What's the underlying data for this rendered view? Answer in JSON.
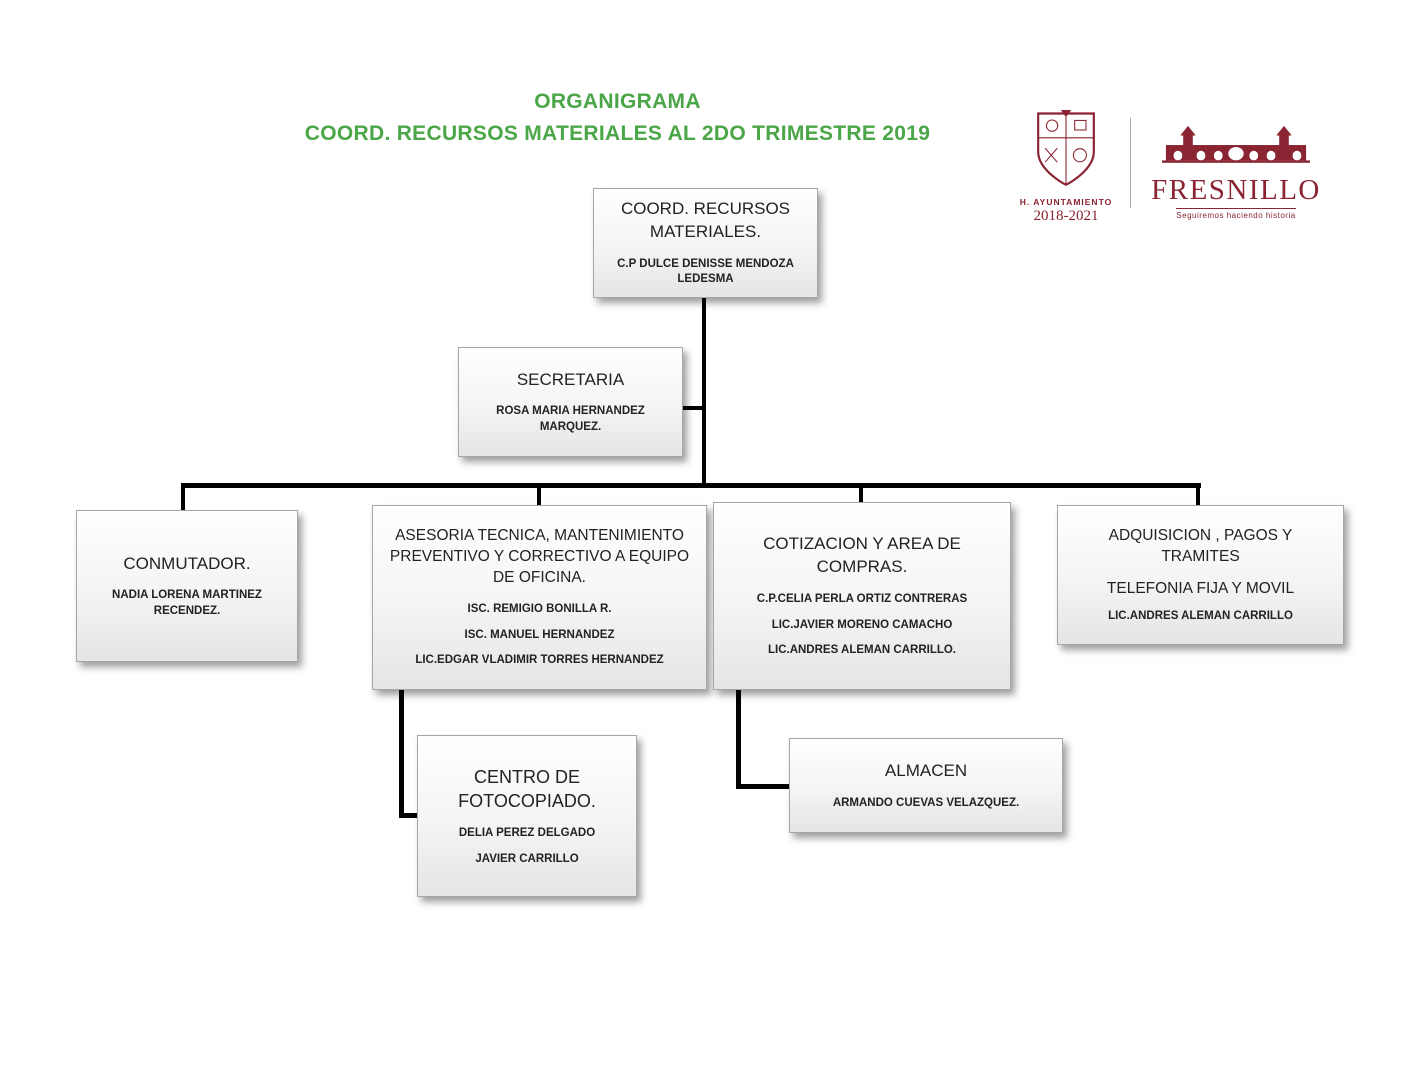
{
  "title": {
    "line1": "ORGANIGRAMA",
    "line2": "COORD. RECURSOS MATERIALES AL 2DO TRIMESTRE 2019"
  },
  "logos": {
    "ayuntamiento": {
      "line1": "H. AYUNTAMIENTO",
      "line2": "2018-2021"
    },
    "fresnillo": {
      "name": "FRESNILLO",
      "tagline": "Seguiremos haciendo historia"
    }
  },
  "chart": {
    "root": {
      "title": "COORD. RECURSOS MATERIALES.",
      "people": [
        "C.P DULCE DENISSE MENDOZA LEDESMA"
      ]
    },
    "secretaria": {
      "title": "SECRETARIA",
      "people": [
        "ROSA MARIA HERNANDEZ MARQUEZ."
      ]
    },
    "conmutador": {
      "title": "CONMUTADOR.",
      "people": [
        "NADIA LORENA MARTINEZ RECENDEZ."
      ]
    },
    "asesoria": {
      "title": "ASESORIA TECNICA,  MANTENIMIENTO PREVENTIVO Y CORRECTIVO A EQUIPO DE OFICINA.",
      "people": [
        "ISC. REMIGIO BONILLA R.",
        "ISC. MANUEL HERNANDEZ",
        "LIC.EDGAR VLADIMIR TORRES HERNANDEZ"
      ]
    },
    "cotizacion": {
      "title": "COTIZACION Y AREA DE COMPRAS.",
      "people": [
        "C.P.CELIA PERLA ORTIZ CONTRERAS",
        "LIC.JAVIER MORENO CAMACHO",
        "LIC.ANDRES ALEMAN CARRILLO."
      ]
    },
    "adquisicion": {
      "title": "ADQUISICION , PAGOS Y TRAMITES",
      "subtitle": "TELEFONIA FIJA Y MOVIL",
      "people": [
        "LIC.ANDRES ALEMAN CARRILLO"
      ]
    },
    "fotocopiado": {
      "title": "CENTRO DE FOTOCOPIADO.",
      "people": [
        "DELIA PEREZ DELGADO",
        "JAVIER CARRILLO"
      ]
    },
    "almacen": {
      "title": "ALMACEN",
      "people": [
        "ARMANDO CUEVAS VELAZQUEZ."
      ]
    }
  }
}
